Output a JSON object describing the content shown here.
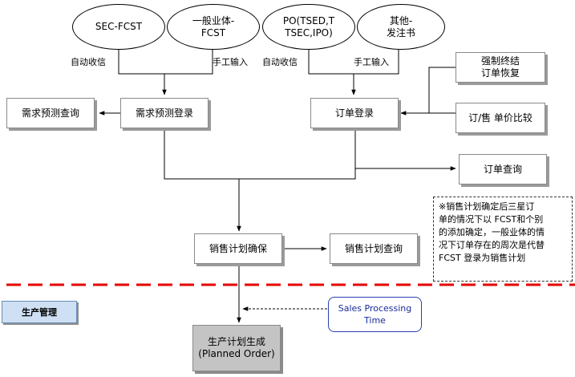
{
  "sources": {
    "sec_fcst": "SEC-FCST",
    "general_fcst": "一般业体-\nFCST",
    "po": "PO(TSED,T\nTSEC,IPO)",
    "other": "其他-\n发注书"
  },
  "edge_labels": {
    "auto_receive_1": "自动收信",
    "manual_input_1": "手工输入",
    "auto_receive_2": "自动收信",
    "manual_input_2": "手工输入"
  },
  "boxes": {
    "demand_query": "需求预测查询",
    "demand_register": "需求预测登录",
    "order_register": "订单登录",
    "force_end": "强制终结\n订单恢复",
    "price_compare": "订/售 单价比较",
    "order_query": "订单查询",
    "sales_plan": "销售计划确保",
    "sales_plan_query": "销售计划查询",
    "production_plan": "生产计划生成\n(Planned Order)"
  },
  "note": "※销售计划确定后三星订\n单的情况下以 FCST和个别\n的添加确定，一般业体的情\n况下订单存在的周次是代替\nFCST 登录为销售计划",
  "section_label": "生产管理",
  "sales_processing_time": "Sales Processing\nTime",
  "colors": {
    "divider": "#e60000",
    "section_fill": "#cfe0f4",
    "sp_border": "#2b3fb0",
    "gray_box": "#c4c4c4"
  }
}
